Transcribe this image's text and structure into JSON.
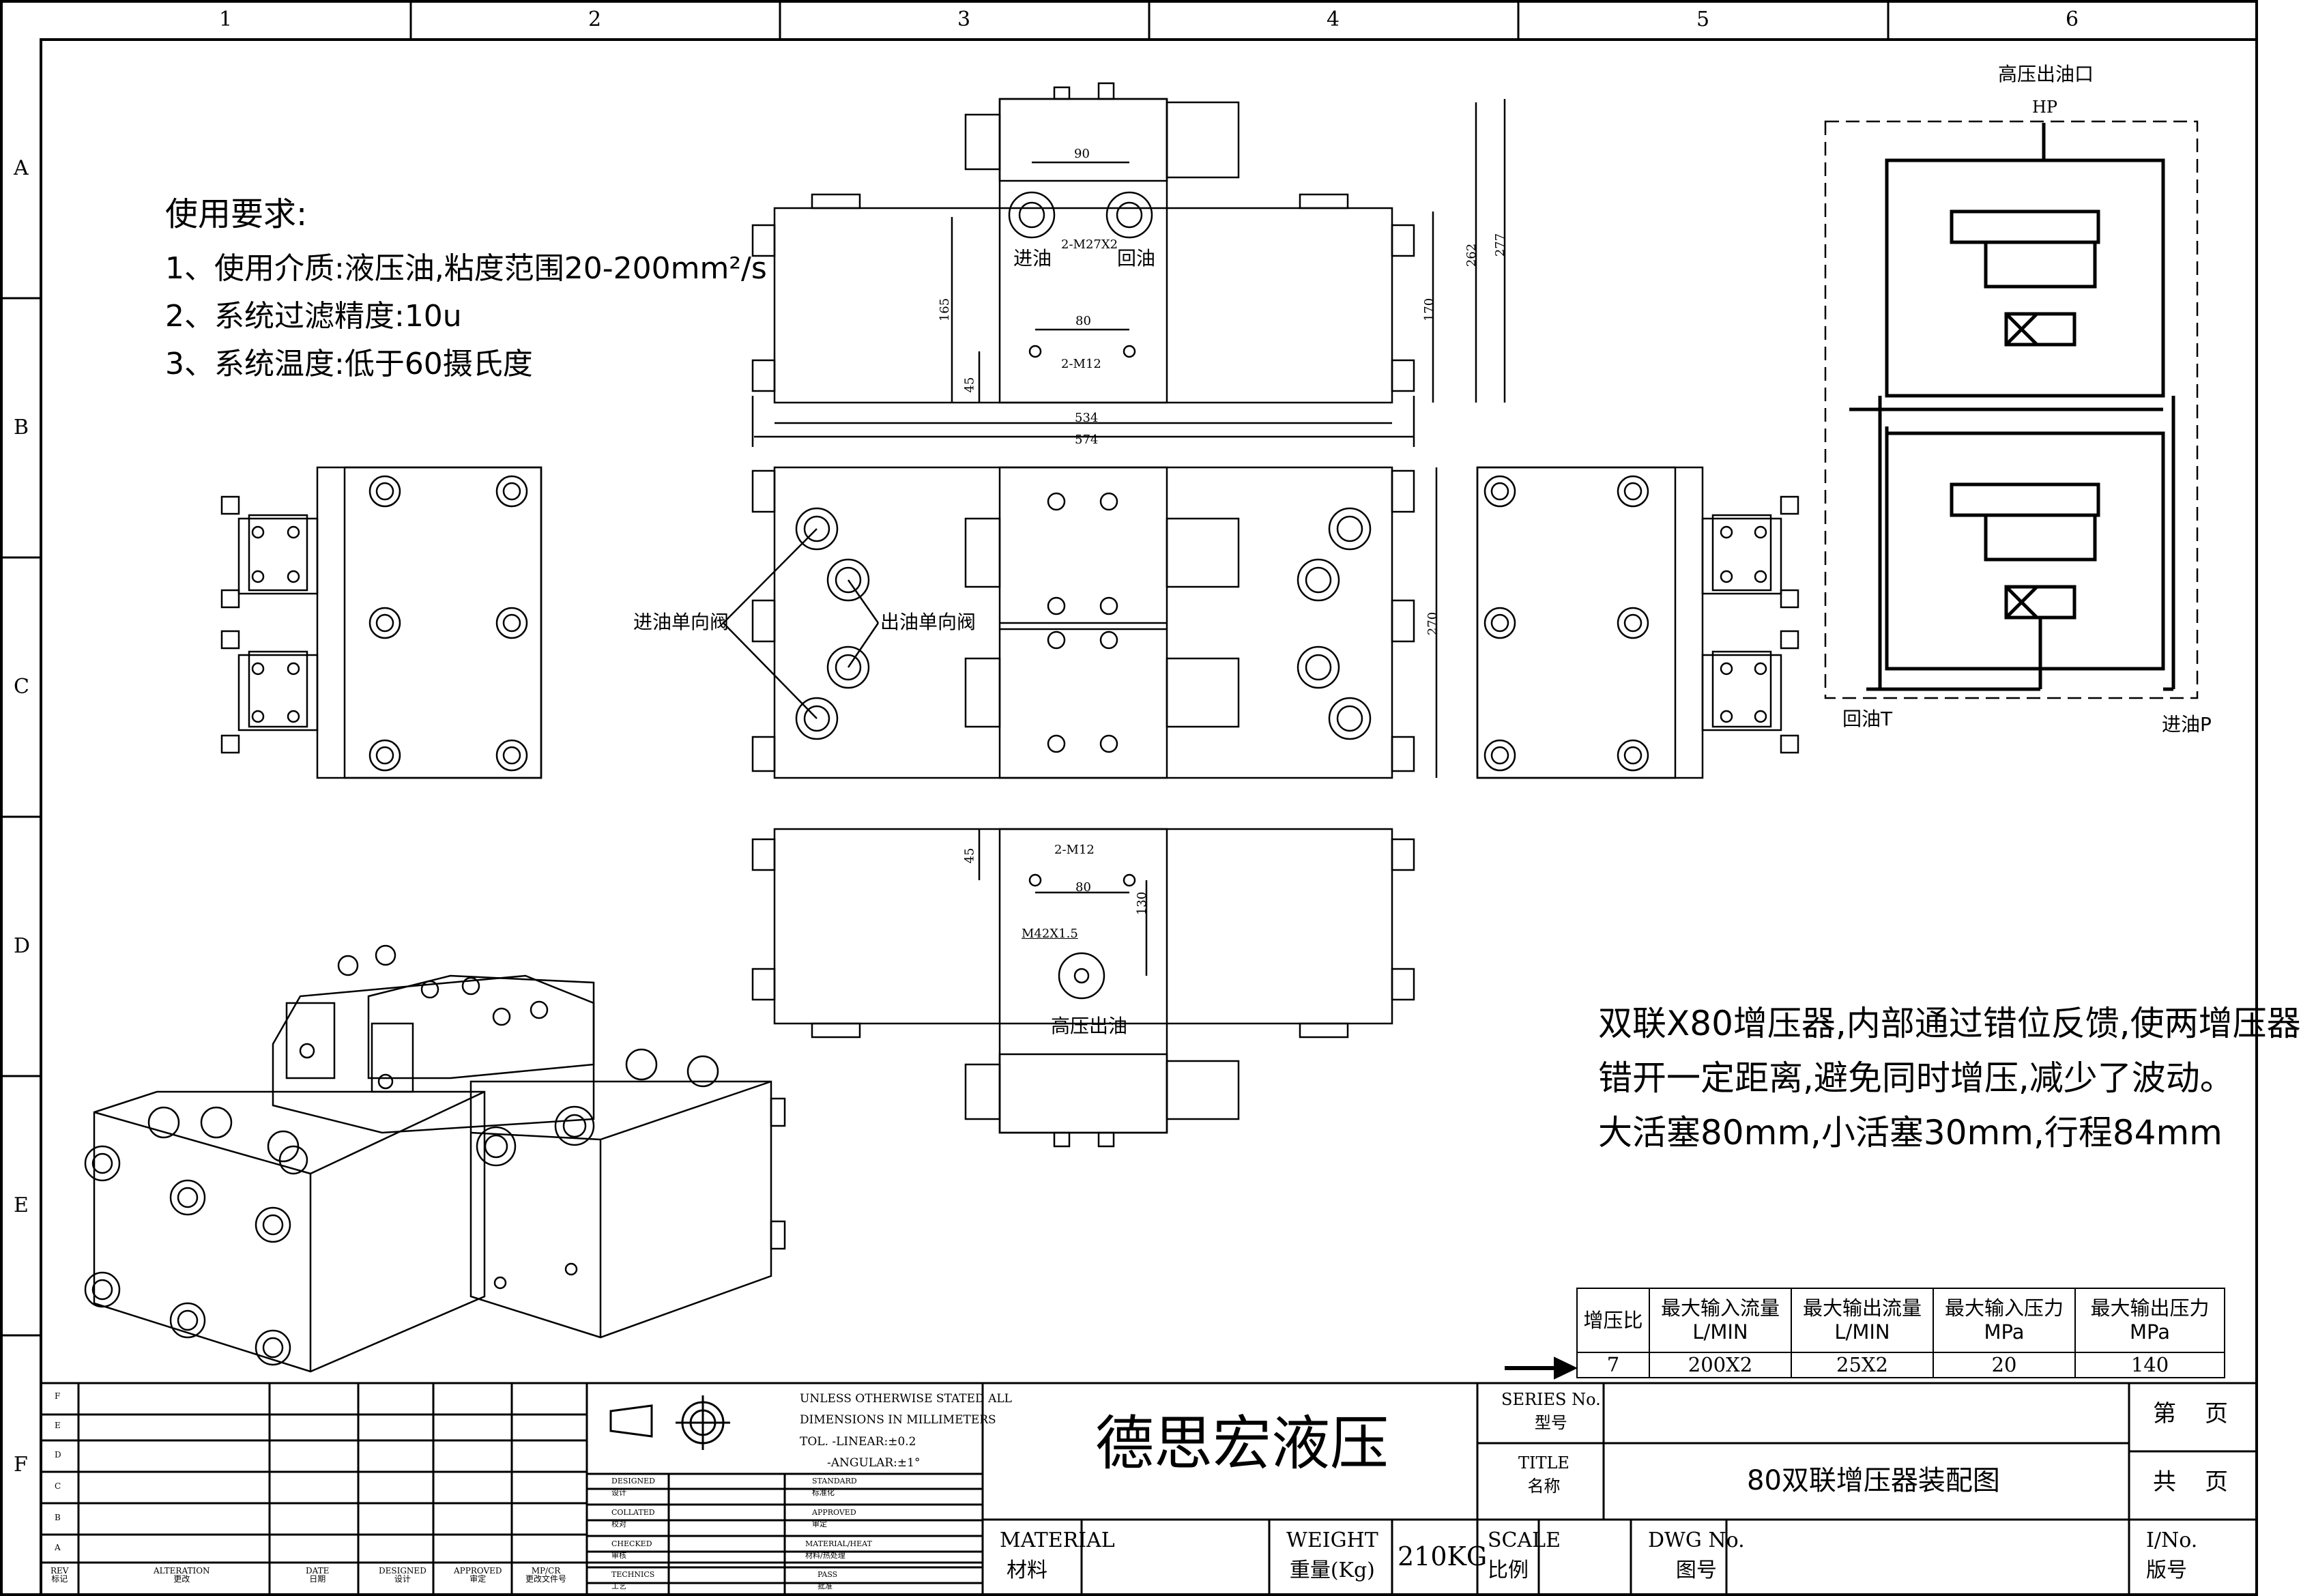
{
  "frame": {
    "columns": [
      "1",
      "2",
      "3",
      "4",
      "5",
      "6"
    ],
    "rows": [
      "A",
      "B",
      "C",
      "D",
      "E",
      "F"
    ]
  },
  "notes": {
    "title": "使用要求:",
    "items": [
      "1、使用介质:液压油,粘度范围20-200mm²/s",
      "2、系统过滤精度:10u",
      "3、系统温度:低于60摄氏度"
    ]
  },
  "top_view": {
    "dim_90": "90",
    "dim_80": "80",
    "dim_165": "165",
    "dim_170": "170",
    "dim_45": "45",
    "dim_262": "262",
    "dim_277": "277",
    "dim_534": "534",
    "dim_574": "574",
    "port_m27": "2-M27X2",
    "port_m12": "2-M12",
    "inlet": "进油",
    "return": "回油"
  },
  "front_view": {
    "inlet_check_valve": "进油单向阀",
    "outlet_check_valve": "出油单向阀",
    "dim_270": "270"
  },
  "bottom_view": {
    "dim_45": "45",
    "dim_80": "80",
    "dim_130": "130",
    "port_m12": "2-M12",
    "port_m42": "M42X1.5",
    "hp_out": "高压出油"
  },
  "schematic": {
    "hp_label": "高压出油口",
    "hp_code": "HP",
    "return_t": "回油T",
    "inlet_p": "进油P"
  },
  "description": [
    "双联X80增压器,内部通过错位反馈,使两增压器",
    "错开一定距离,避免同时增压,减少了波动。",
    "大活塞80mm,小活塞30mm,行程84mm"
  ],
  "spec_table": {
    "headers": [
      [
        "增压比"
      ],
      [
        "最大输入流量",
        "L/MIN"
      ],
      [
        "最大输出流量",
        "L/MIN"
      ],
      [
        "最大输入压力",
        "MPa"
      ],
      [
        "最大输出压力",
        "MPa"
      ]
    ],
    "values": [
      "7",
      "200X2",
      "25X2",
      "20",
      "140"
    ]
  },
  "title_block": {
    "company": "德思宏液压",
    "series_en": "SERIES No.",
    "series_cn": "型号",
    "title_en": "TITLE",
    "title_cn": "名称",
    "drawing_title": "80双联增压器装配图",
    "sheet_cn": "第　页",
    "total_cn": "共　页",
    "material_en": "MATERIAL",
    "material_cn": "材料",
    "weight_en": "WEIGHT",
    "weight_cn": "重量(Kg)",
    "weight_value": "210KG",
    "scale_en": "SCALE",
    "scale_cn": "比例",
    "dwg_en": "DWG No.",
    "dwg_cn": "图号",
    "ino_en": "I/No.",
    "ino_cn": "版号",
    "tolerance": [
      "UNLESS OTHERWISE STATED ALL",
      "DIMENSIONS IN MILLIMETERS",
      "TOL. -LINEAR:±0.2",
      "-ANGULAR:±1°"
    ],
    "rev_letters": [
      "F",
      "E",
      "D",
      "C",
      "B",
      "A"
    ],
    "rev_headers": [
      [
        "REV",
        "标记"
      ],
      [
        "ALTERATION",
        "更改"
      ],
      [
        "DATE",
        "日期"
      ],
      [
        "DESIGNED",
        "设计"
      ],
      [
        "APPROVED",
        "审定"
      ],
      [
        "MP/CR",
        "更改文件号"
      ]
    ],
    "sign_left": [
      [
        "DESIGNED",
        "设计"
      ],
      [
        "COLLATED",
        "校对"
      ],
      [
        "CHECKED",
        "审核"
      ],
      [
        "TECHNICS",
        "工艺"
      ]
    ],
    "sign_right": [
      [
        "STANDARD",
        "标准化"
      ],
      [
        "APPROVED",
        "审定"
      ],
      [
        "MATERIAL/HEAT",
        "材料/热处理"
      ],
      [
        "PASS",
        "批准"
      ]
    ]
  }
}
